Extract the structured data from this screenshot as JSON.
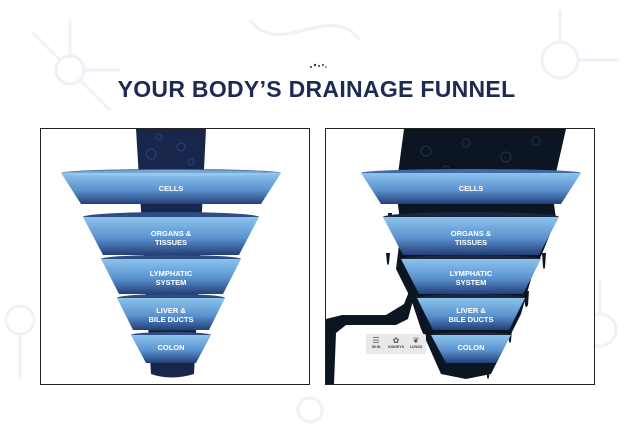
{
  "title": "YOUR BODY’S DRAINAGE FUNNEL",
  "colors": {
    "title": "#1d2a54",
    "funnel_light": "#7fb8e6",
    "funnel_dark": "#243f78",
    "tube": "#17264a",
    "sludge": "#0c1622"
  },
  "left_funnel": {
    "levels": [
      "CELLS",
      "ORGANS &\nTISSUES",
      "LYMPHATIC\nSYSTEM",
      "LIVER &\nBILE DUCTS",
      "COLON"
    ]
  },
  "right_funnel": {
    "levels": [
      "CELLS",
      "ORGANS &\nTISSUES",
      "LYMPHATIC\nSYSTEM",
      "LIVER &\nBILE DUCTS",
      "COLON"
    ],
    "organs": [
      {
        "icon": "skin-icon",
        "label": "SKIN"
      },
      {
        "icon": "kidneys-icon",
        "label": "KIDNEYS"
      },
      {
        "icon": "lungs-icon",
        "label": "LUNGS"
      }
    ]
  }
}
